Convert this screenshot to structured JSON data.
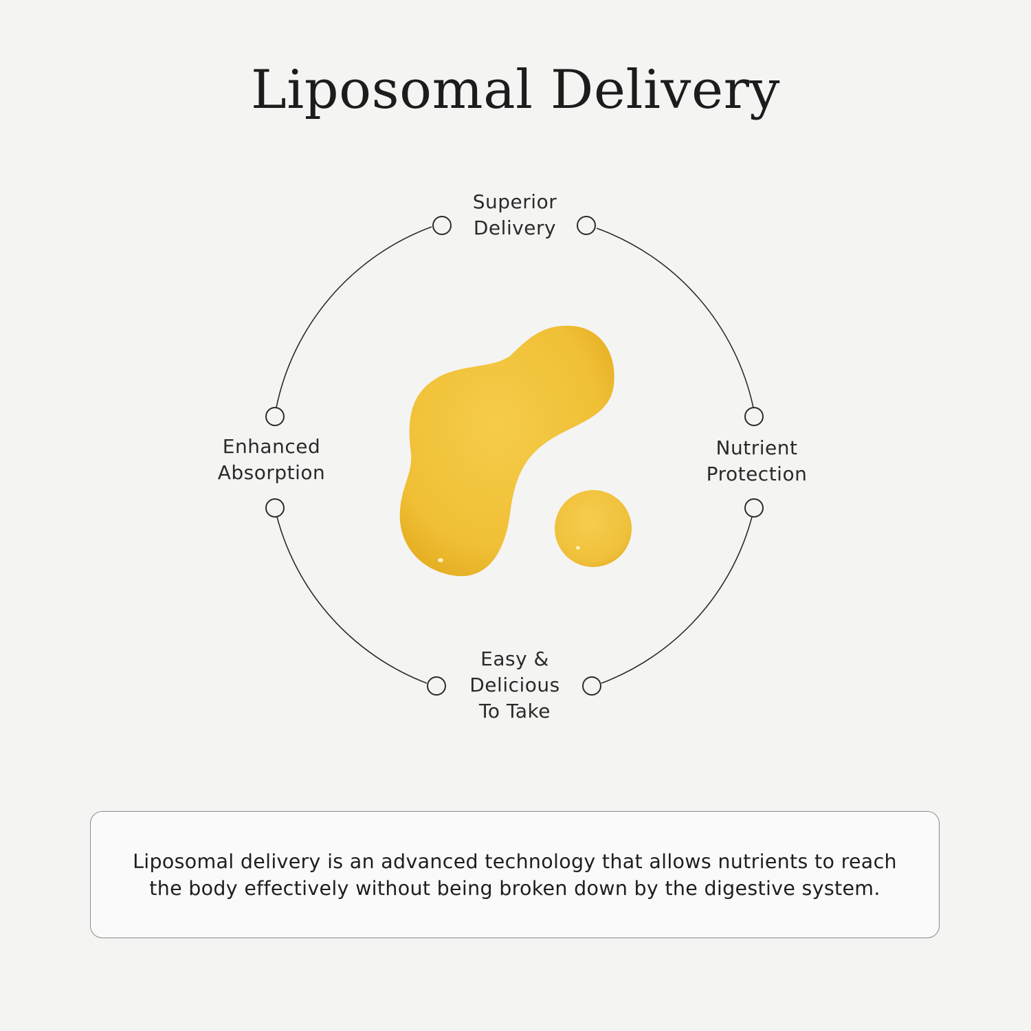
{
  "title": "Liposomal Delivery",
  "benefits": {
    "top": {
      "line1": "Superior",
      "line2": "Delivery"
    },
    "left": {
      "line1": "Enhanced",
      "line2": "Absorption"
    },
    "right": {
      "line1": "Nutrient",
      "line2": "Protection"
    },
    "bottom": {
      "line1": "Easy &",
      "line2": "Delicious",
      "line3": "To Take"
    }
  },
  "description": "Liposomal delivery is an advanced technology that allows nutrients to reach the body effectively without being broken down by the digestive system.",
  "colors": {
    "background": "#f4f4f3",
    "liquid": "#f2c23a",
    "liquid_dark": "#e6ad1f",
    "line": "#2a2a2a",
    "text": "#222222"
  }
}
